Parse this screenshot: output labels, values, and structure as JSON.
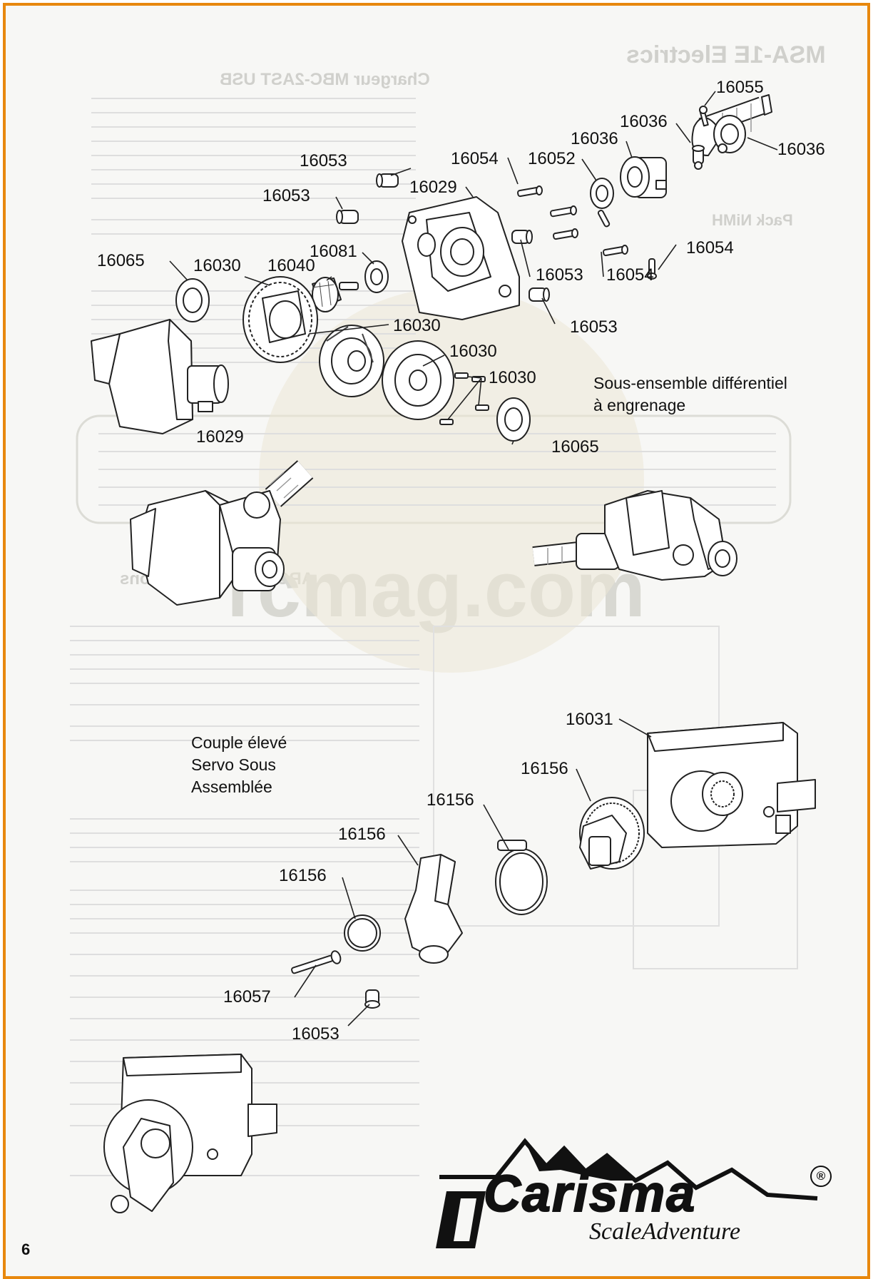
{
  "page": {
    "number": "6",
    "border_color": "#e8880e",
    "background": "#f7f7f5"
  },
  "background_print": {
    "title": "MSA-1E Electrics",
    "heading_charger": "Chargeur MBC-2AST USB",
    "heading_pack": "Pack NiMH",
    "heading_instructions": "ARC-2000 - Instructions",
    "watermark": "rcmag.com"
  },
  "part_labels": [
    "16055",
    "16036",
    "16036",
    "16036",
    "16052",
    "16054",
    "16053",
    "16029",
    "16053",
    "16081",
    "16054",
    "16053",
    "16054",
    "16065",
    "16030",
    "16040",
    "16053",
    "16030",
    "16030",
    "16030",
    "16029",
    "16065",
    "16031",
    "16156",
    "16156",
    "16156",
    "16156",
    "16057",
    "16053"
  ],
  "captions": {
    "diff_subassembly": [
      "Sous-ensemble différentiel",
      "à engrenage"
    ],
    "servo_subassembly": [
      "Couple élevé",
      "Servo Sous",
      "Assemblée"
    ]
  },
  "brand": {
    "name": "Carisma",
    "tagline": "ScaleAdventure",
    "registered": "®"
  }
}
